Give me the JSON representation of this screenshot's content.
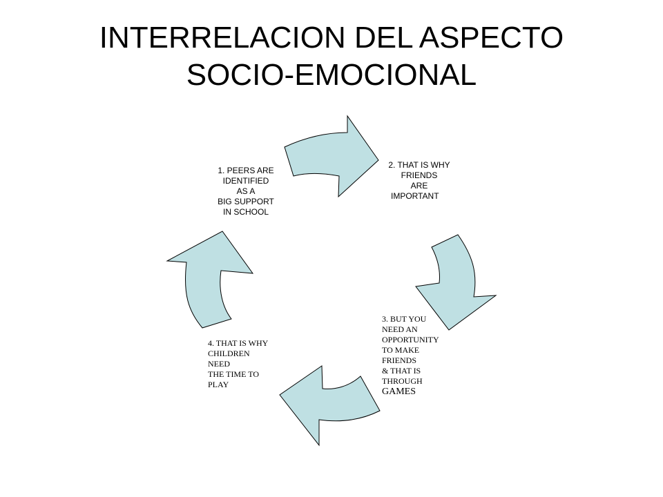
{
  "title": {
    "line1": "INTERRELACION DEL ASPECTO",
    "line2": "SOCIO-EMOCIONAL"
  },
  "colors": {
    "arrow_fill": "#bfe0e3",
    "arrow_stroke": "#000000"
  },
  "steps": [
    {
      "lines": [
        "1. PEERS ARE",
        "IDENTIFIED",
        "AS A",
        "BIG SUPPORT",
        "IN SCHOOL"
      ]
    },
    {
      "lines": [
        "2. THAT IS WHY",
        "FRIENDS",
        "ARE",
        "IMPORTANT"
      ]
    },
    {
      "lines": [
        "3. BUT YOU",
        "NEED AN",
        "OPPORTUNITY",
        "TO MAKE",
        "FRIENDS",
        "& THAT IS",
        "THROUGH",
        "GAMES"
      ]
    },
    {
      "lines": [
        "4.  THAT IS WHY",
        "CHILDREN",
        "NEED",
        "THE TIME TO",
        "PLAY"
      ]
    }
  ]
}
